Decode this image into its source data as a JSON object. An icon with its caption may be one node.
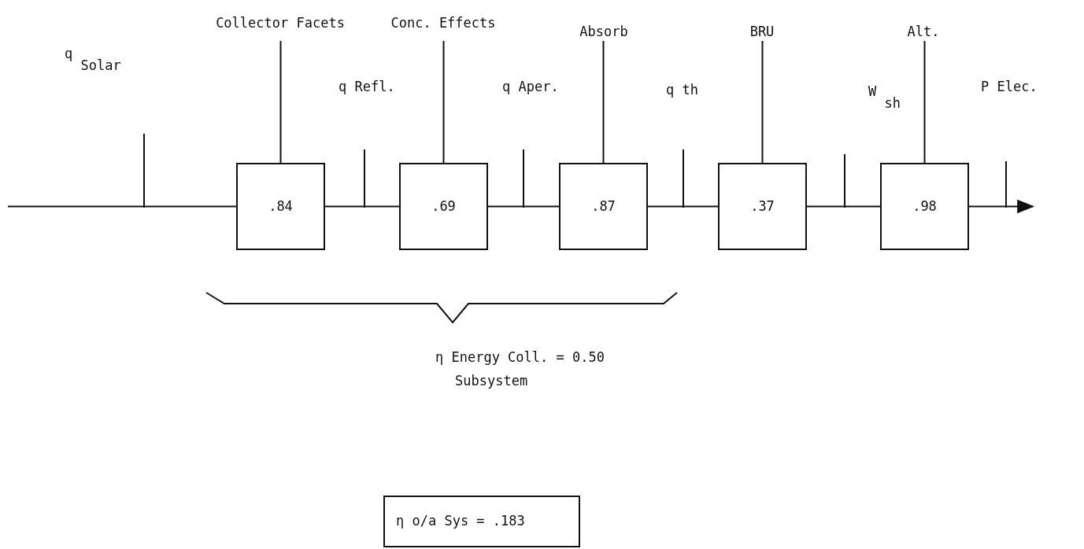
{
  "diagram": {
    "nodes": [
      {
        "text": [
          "Collector Facets"
        ]
      },
      {
        "text": [
          "Conc. Effects"
        ]
      },
      {
        "text": [
          "Absorb"
        ]
      },
      {
        "text": [
          "BRU"
        ]
      },
      {
        "text": [
          "Alt."
        ]
      },
      {
        "text": [
          ".84"
        ]
      },
      {
        "text": [
          ".69"
        ]
      },
      {
        "text": [
          ".87"
        ]
      },
      {
        "text": [
          ".37"
        ]
      },
      {
        "text": [
          ".98"
        ]
      },
      {
        "text": [
          "η o/a Sys = .183"
        ]
      }
    ],
    "edges": [
      {
        "from": 0,
        "to": 5,
        "arrow": "none"
      },
      {
        "from": 1,
        "to": 6,
        "arrow": "none"
      },
      {
        "from": 2,
        "to": 7,
        "arrow": "none"
      },
      {
        "from": 3,
        "to": 8,
        "arrow": "none"
      },
      {
        "from": 4,
        "to": 9,
        "arrow": "none"
      },
      {
        "from": null,
        "to": 5,
        "arrow": "none"
      },
      {
        "from": 5,
        "to": 6,
        "arrow": "none"
      },
      {
        "from": 6,
        "to": 7,
        "arrow": "none"
      },
      {
        "from": 7,
        "to": 8,
        "arrow": "none"
      },
      {
        "from": 8,
        "to": 9,
        "arrow": "none"
      },
      {
        "from": 9,
        "to": null,
        "arrow": "to"
      }
    ],
    "labels": [
      "q $_{Solar}$",
      "q Refl.",
      "q Aper.",
      "q th",
      "W $_{sh}$",
      "P Elec.",
      "η  Energy Coll. = 0.50",
      "Subsystem"
    ]
  }
}
